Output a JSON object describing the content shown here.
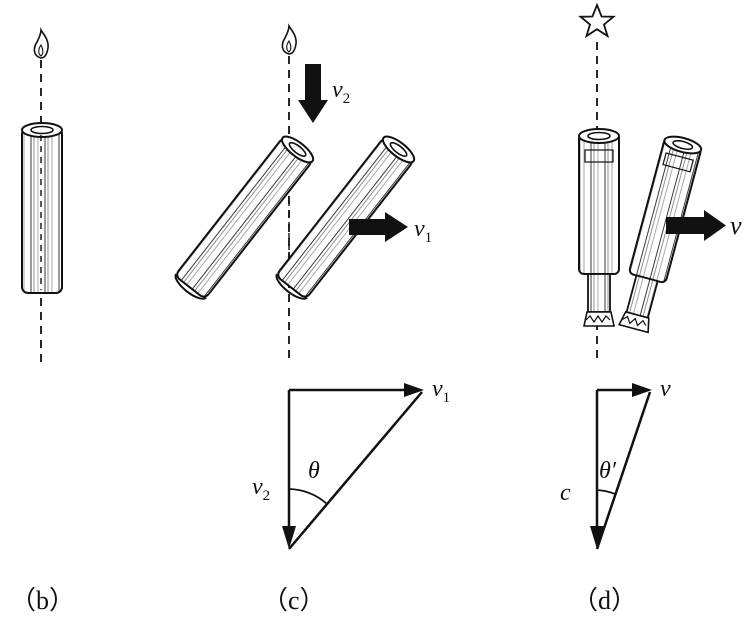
{
  "panels": [
    {
      "caption": "（b）"
    },
    {
      "caption": "（c）",
      "arrow_top_label": "v",
      "arrow_top_sub": "2",
      "arrow_side_label": "v",
      "arrow_side_sub": "1",
      "triangle": {
        "top_label": "v",
        "top_sub": "1",
        "side_label": "v",
        "side_sub": "2",
        "angle_label": "θ"
      }
    },
    {
      "caption": "（d）",
      "arrow_side_label": "v",
      "triangle": {
        "top_label": "v",
        "side_label": "c",
        "angle_label": "θ′"
      }
    }
  ],
  "icons": {
    "panel_b_source": "flame-icon",
    "panel_c_source": "flame-icon",
    "panel_d_source": "star-icon"
  }
}
